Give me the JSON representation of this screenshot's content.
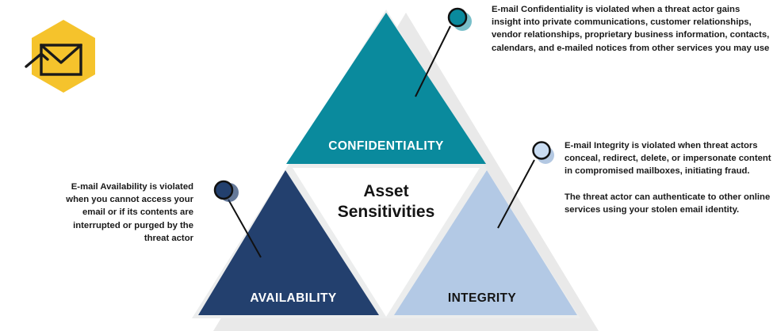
{
  "diagram": {
    "title_center_line1": "Asset",
    "title_center_line2": "Sensitivities",
    "segments": [
      {
        "id": "confidentiality",
        "label": "CONFIDENTIALITY",
        "color": "#0a8a9d",
        "label_color": "#ffffff"
      },
      {
        "id": "availability",
        "label": "AVAILABILITY",
        "color": "#23406e",
        "label_color": "#ffffff"
      },
      {
        "id": "integrity",
        "label": "INTEGRITY",
        "color": "#b3c9e5",
        "label_color": "#141414"
      }
    ],
    "center_fill": "#ffffff",
    "shadow_color": "#e9e9e9",
    "gap_color": "#eceded"
  },
  "icon": {
    "name": "email-hexagon-icon",
    "hex_color": "#f5c32c",
    "glyph_color": "#1a1a1a"
  },
  "callouts": {
    "confidentiality": {
      "dot_name": "callout-dot-confidentiality",
      "dot_color": "#0a8a9d",
      "ring_color": "#7fc4cf",
      "text": "E-mail Confidentiality is violated when a threat actor gains insight into private communications, customer relationships, vendor relationships, proprietary business information, contacts, calendars, and e-mailed notices from other services you may use"
    },
    "integrity": {
      "dot_name": "callout-dot-integrity",
      "dot_color": "#c9dcf2",
      "ring_color": "#9ab6d8",
      "text_para1": "E-mail Integrity is violated when threat actors conceal, redirect, delete, or impersonate content in compromised mailboxes, initiating fraud.",
      "text_para2": "The threat actor can authenticate to other online services using your stolen email identity."
    },
    "availability": {
      "dot_name": "callout-dot-availability",
      "dot_color": "#23406e",
      "ring_color": "#5f7aa5",
      "text": "E-mail Availability is violated when you cannot access your email or if its contents are interrupted or purged by the threat actor"
    }
  }
}
